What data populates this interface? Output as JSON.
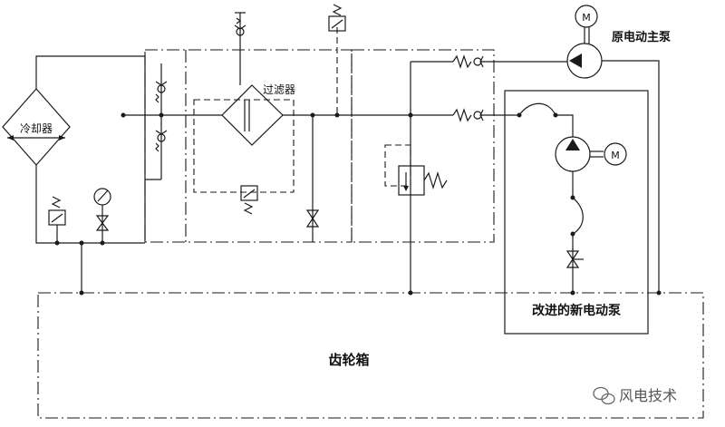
{
  "labels": {
    "cooler": "冷却器",
    "filter": "过滤器",
    "original_pump": "原电动主泵",
    "new_pump": "改进的新电动泵",
    "gearbox": "齿轮箱",
    "motor_symbol": "M"
  },
  "watermark": {
    "text": "风电技术",
    "icon": "wechat-icon"
  }
}
